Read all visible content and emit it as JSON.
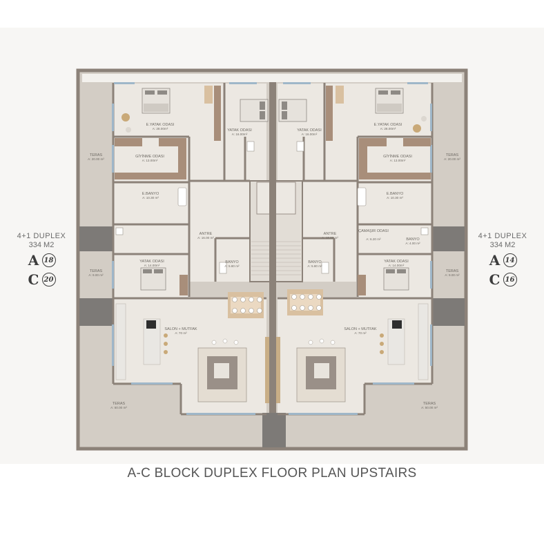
{
  "caption": "A-C BLOCK DUPLEX FLOOR PLAN UPSTAIRS",
  "left_unit": {
    "type": "4+1  DUPLEX",
    "area": "334 M2",
    "rows": [
      {
        "letter": "A",
        "number": "18"
      },
      {
        "letter": "C",
        "number": "20"
      }
    ]
  },
  "right_unit": {
    "type": "4+1  DUPLEX",
    "area": "334 M2",
    "rows": [
      {
        "letter": "A",
        "number": "14"
      },
      {
        "letter": "C",
        "number": "16"
      }
    ]
  },
  "rooms": {
    "left_master": {
      "name": "E.YATAK ODASI",
      "area": "A: 28.00m²"
    },
    "left_bed2": {
      "name": "YATAK ODASI",
      "area": "A: 16.00m²"
    },
    "left_dressing": {
      "name": "GİYİNME ODASI",
      "area": "A: 13.00m²"
    },
    "left_ensuite": {
      "name": "E.BANYO",
      "area": "A: 10.30 m²"
    },
    "left_terrace_top": {
      "name": "TERAS",
      "area": "A: 20.00 m²"
    },
    "left_entry": {
      "name": "ANTRE",
      "area": "A: 16.00 m²"
    },
    "left_bath": {
      "name": "BANYO",
      "area": "A: 5.80 m²"
    },
    "left_bed3": {
      "name": "YATAK ODASI",
      "area": "A: 14.00m²"
    },
    "left_terrace_mid": {
      "name": "TERAS",
      "area": "A: 9.00 m²"
    },
    "left_living": {
      "name": "SALON + MUTFAK",
      "area": "A: 70 m²"
    },
    "left_terrace_bottom": {
      "name": "TERAS",
      "area": "A: 50.00 m²"
    },
    "right_master": {
      "name": "E.YATAK ODASI",
      "area": "A: 28.00m²"
    },
    "right_bed2": {
      "name": "YATAK ODASI",
      "area": "A: 16.00m²"
    },
    "right_dressing": {
      "name": "GİYİNME ODASI",
      "area": "A: 13.00m²"
    },
    "right_ensuite": {
      "name": "E.BANYO",
      "area": "A: 10.30 m²"
    },
    "right_terrace_top": {
      "name": "TERAS",
      "area": "A: 20.00 m²"
    },
    "right_entry": {
      "name": "ANTRE",
      "area": "A: 16.00 m²"
    },
    "right_laundry": {
      "name": "ÇAMAŞIR ODASI",
      "area": "A: 6.20 m²"
    },
    "right_bath_small": {
      "name": "BANYO",
      "area": "A: 4.00 m²"
    },
    "right_bath": {
      "name": "BANYO",
      "area": "A: 5.80 m²"
    },
    "right_bed3": {
      "name": "YATAK ODASI",
      "area": "A: 14.00m²"
    },
    "right_terrace_mid": {
      "name": "TERAS",
      "area": "A: 9.00 m²"
    },
    "right_living": {
      "name": "SALON + MUTFAK",
      "area": "A: 70 m²"
    },
    "right_terrace_bottom": {
      "name": "TERAS",
      "area": "A: 50.00 m²"
    }
  },
  "colors": {
    "wall": "#8c8279",
    "floor": "#ede9e3",
    "terrace": "#d3cdc5",
    "window": "#9fb7c9",
    "dark_block": "#7d7a77",
    "wood": "#d9c0a0",
    "bed": "#e6e2dc"
  }
}
